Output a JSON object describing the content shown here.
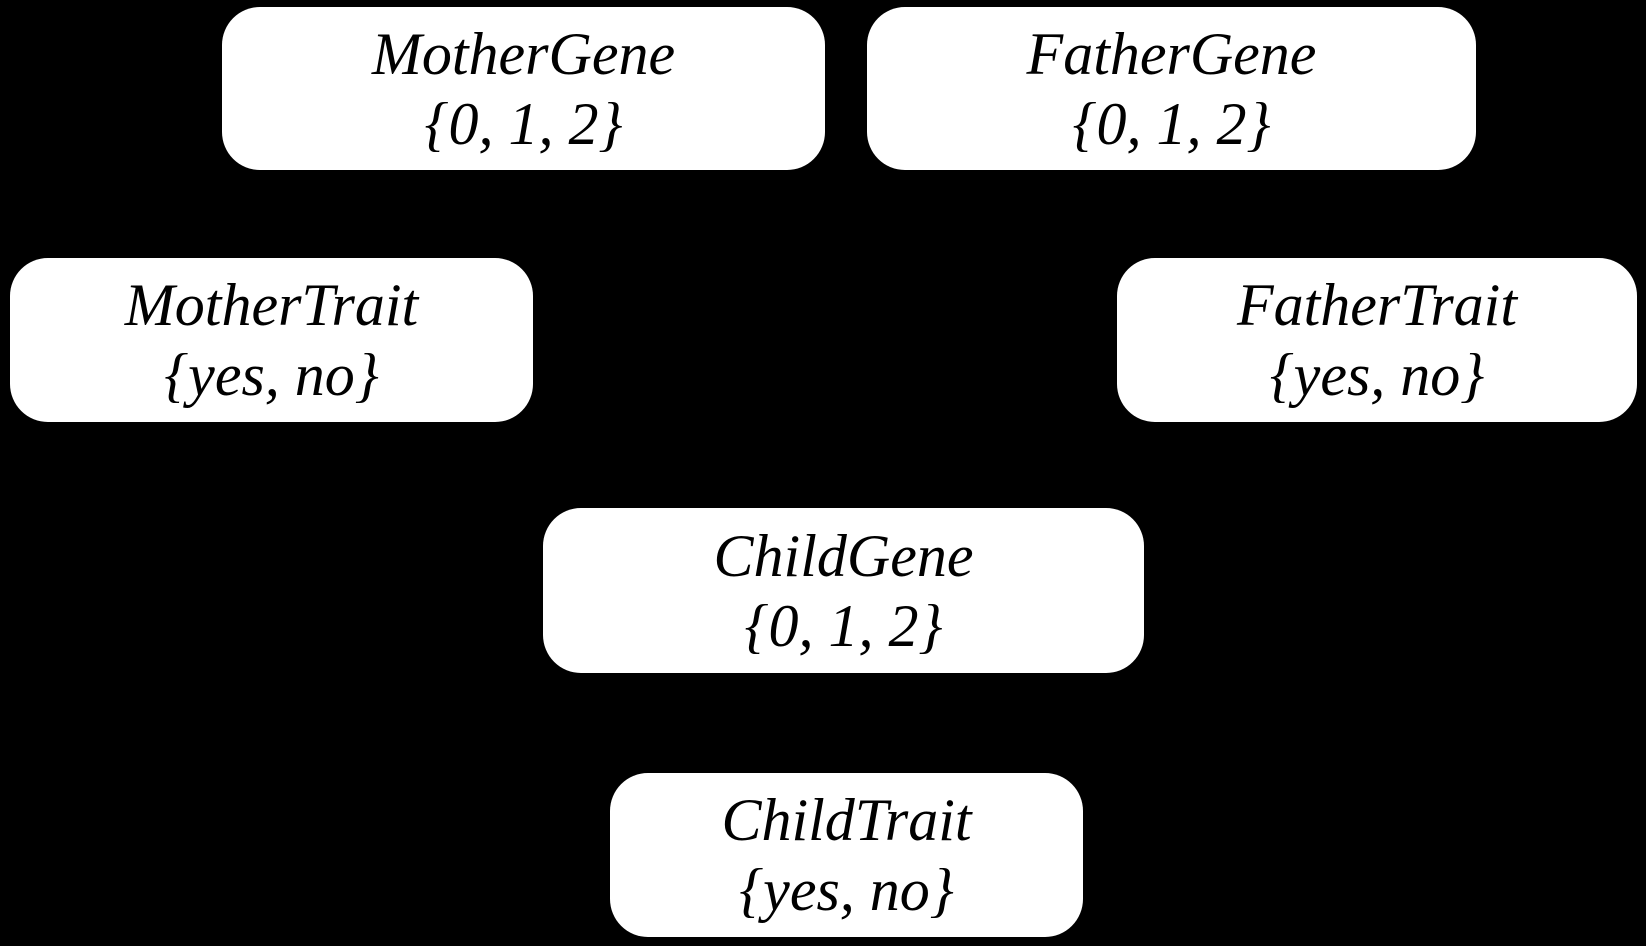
{
  "theme": {
    "background": "#000000",
    "node-fill": "#ffffff",
    "node-text": "#000000"
  },
  "diagram": {
    "nodes": [
      {
        "id": "mother-gene",
        "label": "MotherGene",
        "values": "{0, 1, 2}"
      },
      {
        "id": "father-gene",
        "label": "FatherGene",
        "values": "{0, 1, 2}"
      },
      {
        "id": "mother-trait",
        "label": "MotherTrait",
        "values": "{yes, no}"
      },
      {
        "id": "father-trait",
        "label": "FatherTrait",
        "values": "{yes, no}"
      },
      {
        "id": "child-gene",
        "label": "ChildGene",
        "values": "{0, 1, 2}"
      },
      {
        "id": "child-trait",
        "label": "ChildTrait",
        "values": "{yes, no}"
      }
    ]
  }
}
